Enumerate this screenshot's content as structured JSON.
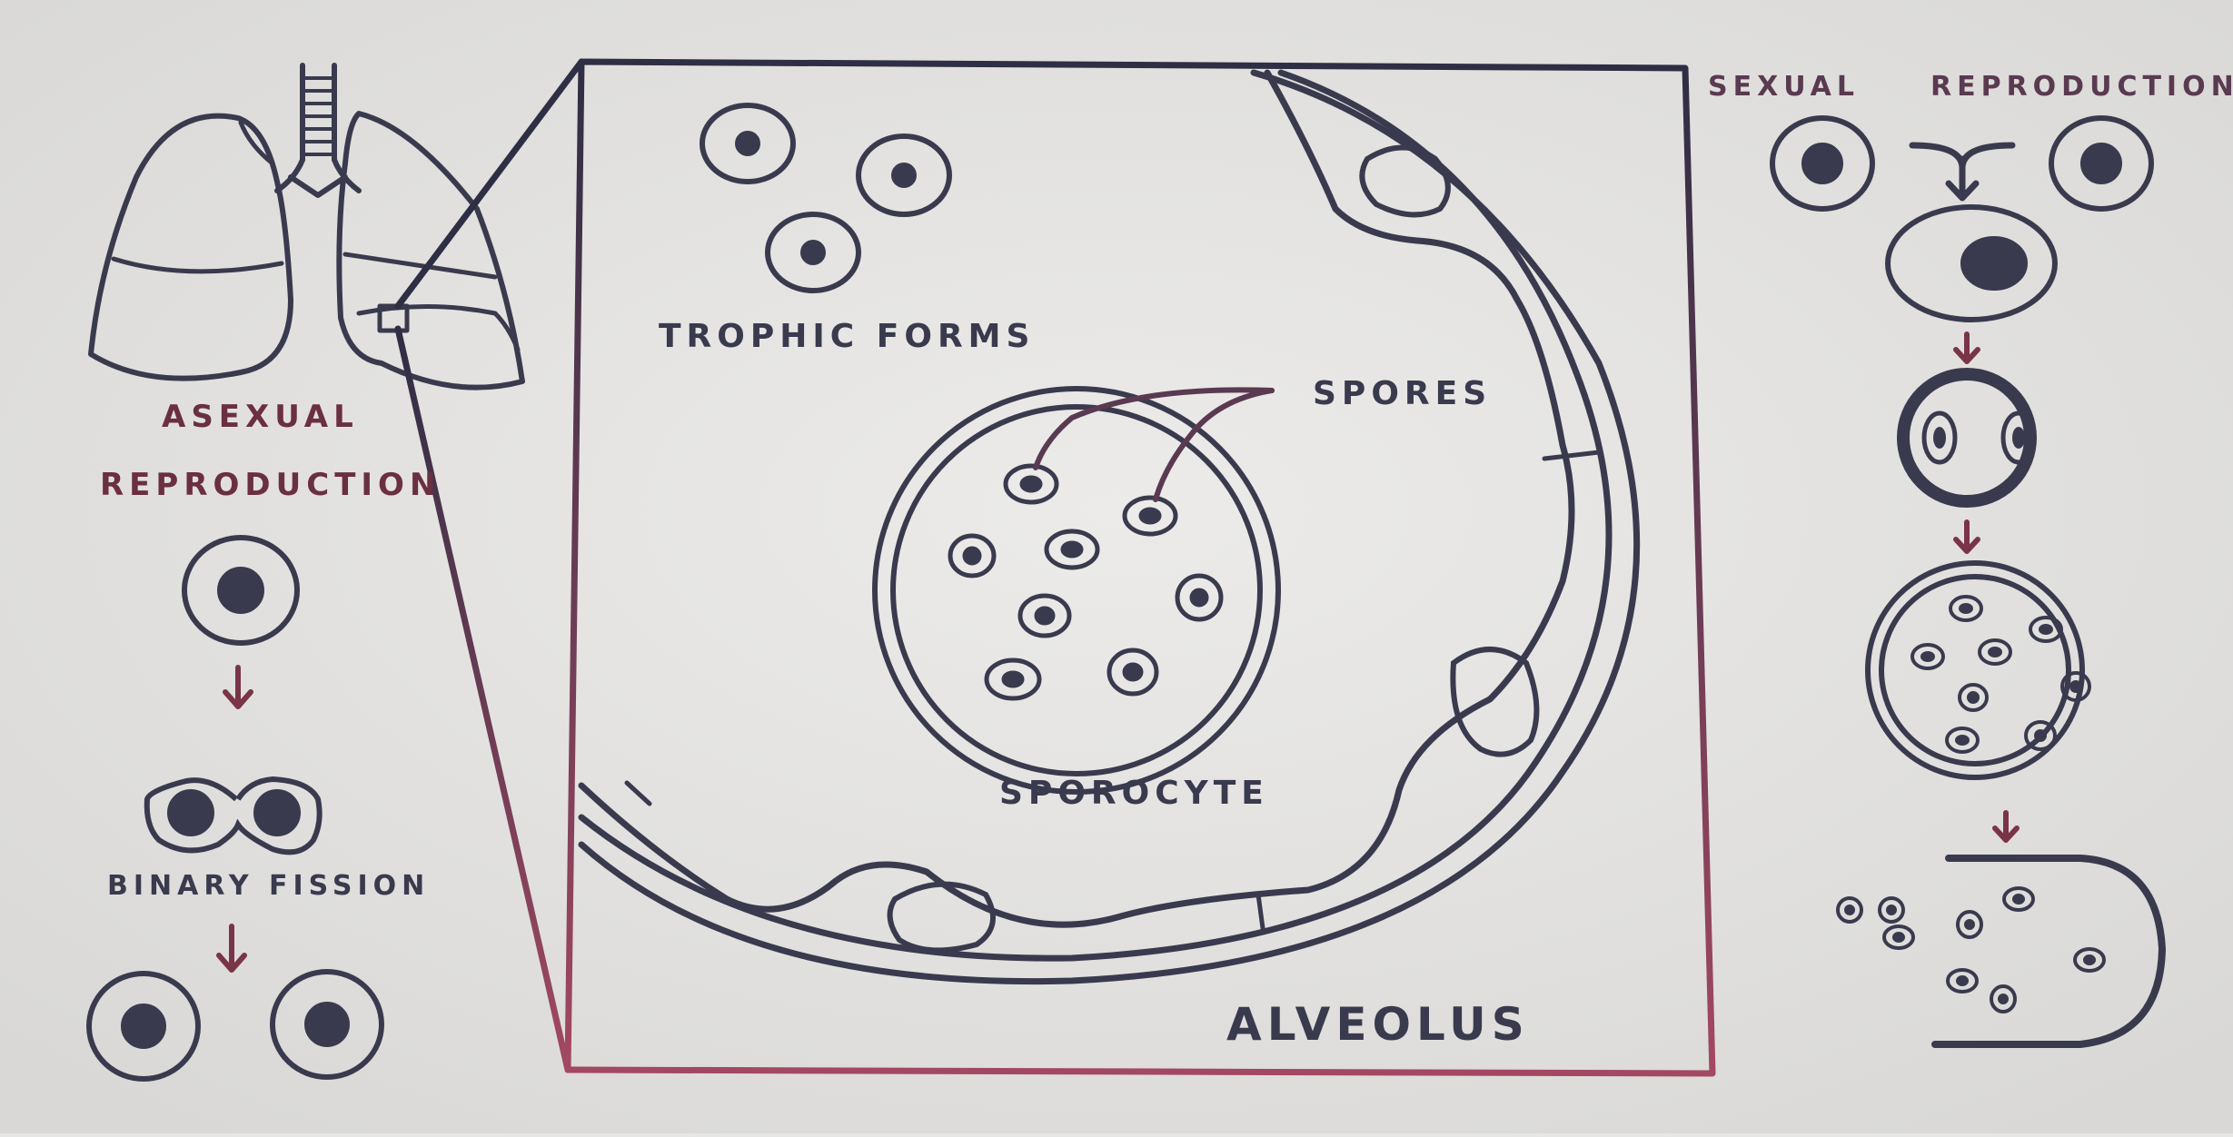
{
  "labels": {
    "asexual": "ASEXUAL",
    "reproduction_left": "REPRODUCTION",
    "binary_fission": "BINARY FISSION",
    "trophic_forms": "TROPHIC FORMS",
    "spores": "SPORES",
    "sporocyte": "SPOROCYTE",
    "alveolus": "ALVEOLUS",
    "sexual": "SEXUAL",
    "reproduction_right": "REPRODUCTION"
  },
  "colors": {
    "background": "#e6e6e4",
    "ink": "#3a3a4e",
    "arrow": "#7a3448",
    "zoom_line_start": "#2e2e44",
    "zoom_line_end": "#a34862"
  }
}
